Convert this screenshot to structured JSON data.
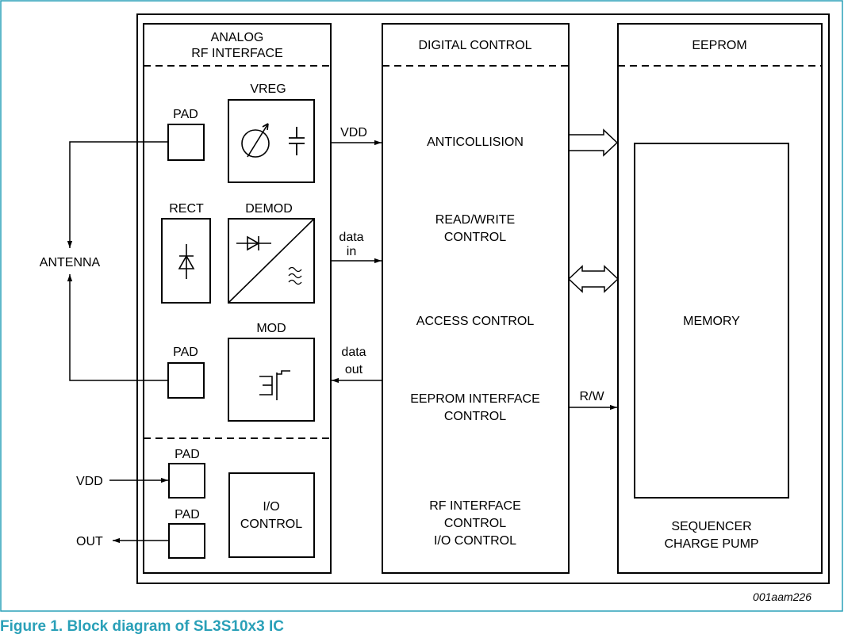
{
  "analog": {
    "title_line1": "ANALOG",
    "title_line2": "RF INTERFACE",
    "pad_label": "PAD",
    "vreg": "VREG",
    "rect": "RECT",
    "demod": "DEMOD",
    "mod": "MOD",
    "io_control_line1": "I/O",
    "io_control_line2": "CONTROL"
  },
  "digital": {
    "title": "DIGITAL CONTROL",
    "anticollision": "ANTICOLLISION",
    "rw_line1": "READ/WRITE",
    "rw_line2": "CONTROL",
    "access": "ACCESS CONTROL",
    "eeprom_if_line1": "EEPROM INTERFACE",
    "eeprom_if_line2": "CONTROL",
    "rf_if_line1": "RF INTERFACE",
    "rf_if_line2": "CONTROL",
    "rf_if_line3": "I/O CONTROL"
  },
  "eeprom": {
    "title": "EEPROM",
    "memory": "MEMORY",
    "seq": "SEQUENCER",
    "pump": "CHARGE PUMP"
  },
  "signals": {
    "vdd": "VDD",
    "data_in_1": "data",
    "data_in_2": "in",
    "data_out_1": "data",
    "data_out_2": "out",
    "rw": "R/W"
  },
  "external": {
    "antenna": "ANTENNA",
    "vdd": "VDD",
    "out": "OUT"
  },
  "figure_code": "001aam226",
  "caption": "Figure 1.  Block diagram of SL3S10x3 IC"
}
